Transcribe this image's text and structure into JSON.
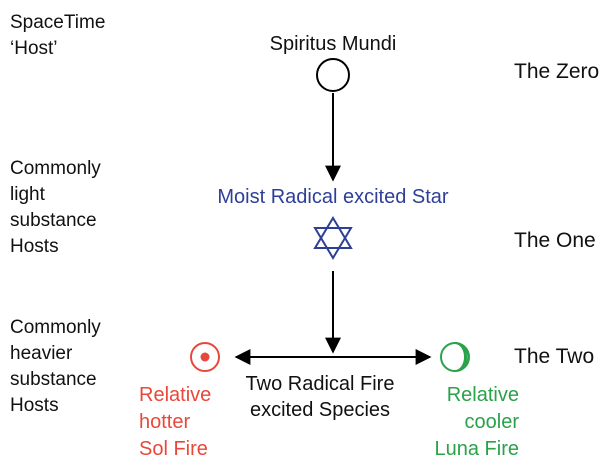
{
  "left_labels": {
    "zero": [
      "SpaceTime",
      "‘Host’"
    ],
    "one": [
      "Commonly",
      "light",
      "substance",
      "Hosts"
    ],
    "two": [
      "Commonly",
      "heavier",
      "substance",
      "Hosts"
    ]
  },
  "right_labels": {
    "zero": "The Zero",
    "one": "The One",
    "two": "The Two"
  },
  "nodes": {
    "top": {
      "label": "Spiritus Mundi",
      "icon": "circle-icon"
    },
    "middle": {
      "label": "Moist Radical excited Star",
      "icon": "hexagram-star-icon",
      "color": "#2e3f97"
    },
    "center_bottom": {
      "lines": [
        "Two Radical Fire",
        "excited Species"
      ]
    },
    "sol": {
      "lines": [
        "Relative",
        "hotter",
        "Sol Fire"
      ],
      "icon": "sun-dot-icon",
      "color": "#e8483b"
    },
    "luna": {
      "lines": [
        "Relative",
        "cooler",
        "Luna Fire"
      ],
      "icon": "crescent-moon-icon",
      "color": "#2aa24a"
    }
  },
  "colors": {
    "text": "#111111",
    "star": "#2e3f97",
    "sol": "#e8483b",
    "luna": "#2aa24a"
  }
}
